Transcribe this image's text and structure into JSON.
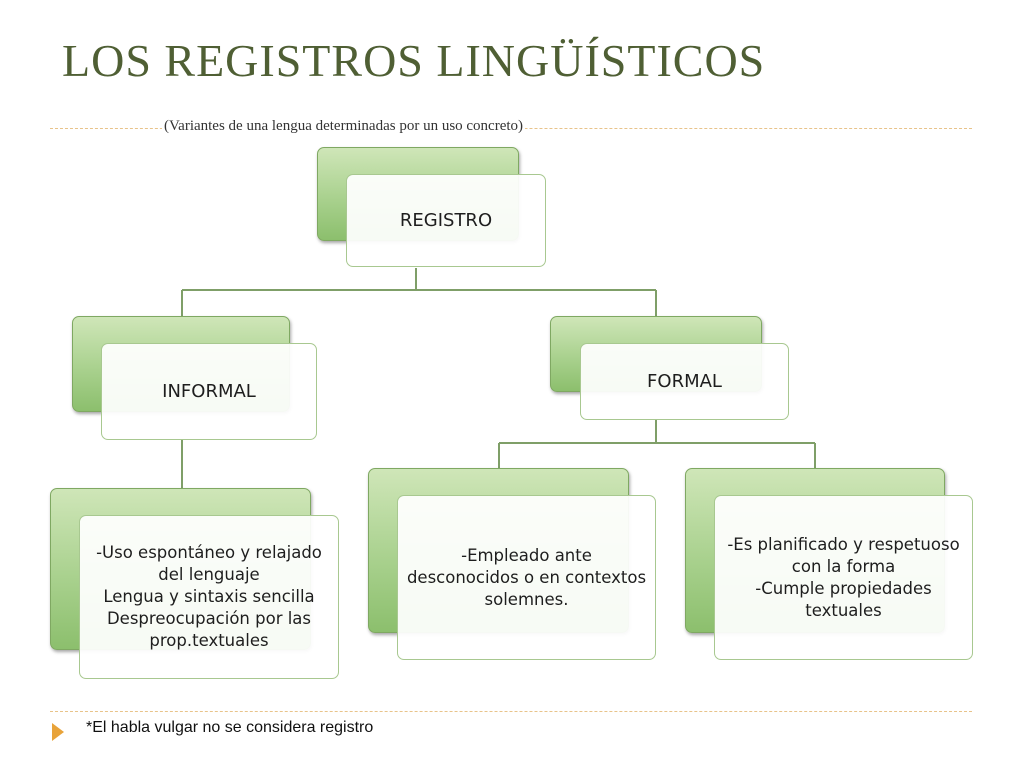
{
  "title": "LOS REGISTROS LINGÜÍSTICOS",
  "subtitle": "(Variantes de una lengua determinadas por un uso concreto)",
  "colors": {
    "title": "#4f5f34",
    "box_fill_green": "#a9d18e",
    "box_front": "#ffffff",
    "connector": "#7f9f68",
    "dashed_rule": "#e8c38a",
    "footer_arrow": "#e8a33a"
  },
  "nodes": {
    "registro": {
      "label": "REGISTRO"
    },
    "informal": {
      "label": "INFORMAL"
    },
    "formal": {
      "label": "FORMAL"
    },
    "informal_detail": {
      "lines": [
        "-Uso espontáneo y relajado del lenguaje",
        "Lengua y sintaxis sencilla",
        "Despreocupación por las prop.textuales"
      ]
    },
    "formal_detail_1": {
      "lines": [
        "-Empleado ante desconocidos o en contextos solemnes."
      ]
    },
    "formal_detail_2": {
      "lines": [
        "-Es planificado y respetuoso con la forma",
        "-Cumple propiedades textuales"
      ]
    }
  },
  "footer": {
    "icon": "arrow-bullet-icon",
    "note": "*El habla vulgar no se considera registro"
  }
}
